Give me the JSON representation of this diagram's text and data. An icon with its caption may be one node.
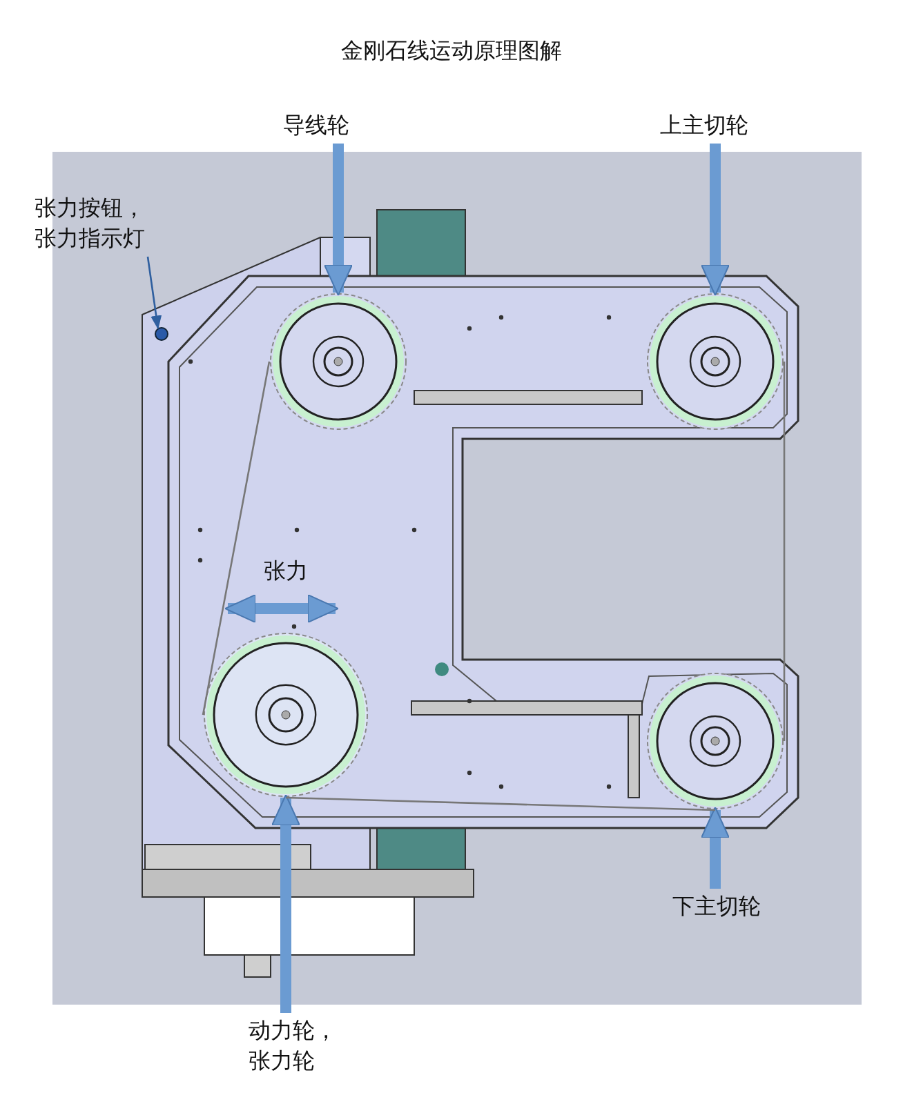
{
  "diagram": {
    "title": "金刚石线运动原理图解",
    "nodes": [
      {
        "text": [
          "导线轮"
        ]
      },
      {
        "text": [
          "上主切轮"
        ]
      },
      {
        "text": [
          "张力按钮，张力指示灯"
        ]
      },
      {
        "text": [
          "下主切轮"
        ]
      },
      {
        "text": [
          "动力轮，张力轮"
        ]
      },
      {
        "text": [],
        "shape": "circle"
      },
      {
        "text": [],
        "shape": "circle"
      },
      {
        "text": [],
        "shape": "circle"
      },
      {
        "text": [],
        "shape": "circle"
      },
      {
        "text": [],
        "shape": "circle"
      }
    ],
    "edges": [
      {
        "from": 0,
        "to": 5,
        "arrow": "to",
        "style": "thick"
      },
      {
        "from": 1,
        "to": 6,
        "arrow": "to",
        "style": "thick"
      },
      {
        "from": 2,
        "to": 7,
        "arrow": "to",
        "color": "#2f5f9f"
      },
      {
        "from": 3,
        "to": 8,
        "arrow": "to",
        "style": "thick"
      },
      {
        "from": 4,
        "to": 9,
        "arrow": "to",
        "style": "thick"
      },
      {
        "from": 5,
        "to": 9,
        "arrow": "none",
        "color": "#777777"
      },
      {
        "from": 9,
        "to": 8,
        "arrow": "none",
        "color": "#777777"
      },
      {
        "from": 6,
        "to": 8,
        "arrow": "none",
        "color": "#777777"
      }
    ],
    "labels": [
      "张力"
    ]
  }
}
